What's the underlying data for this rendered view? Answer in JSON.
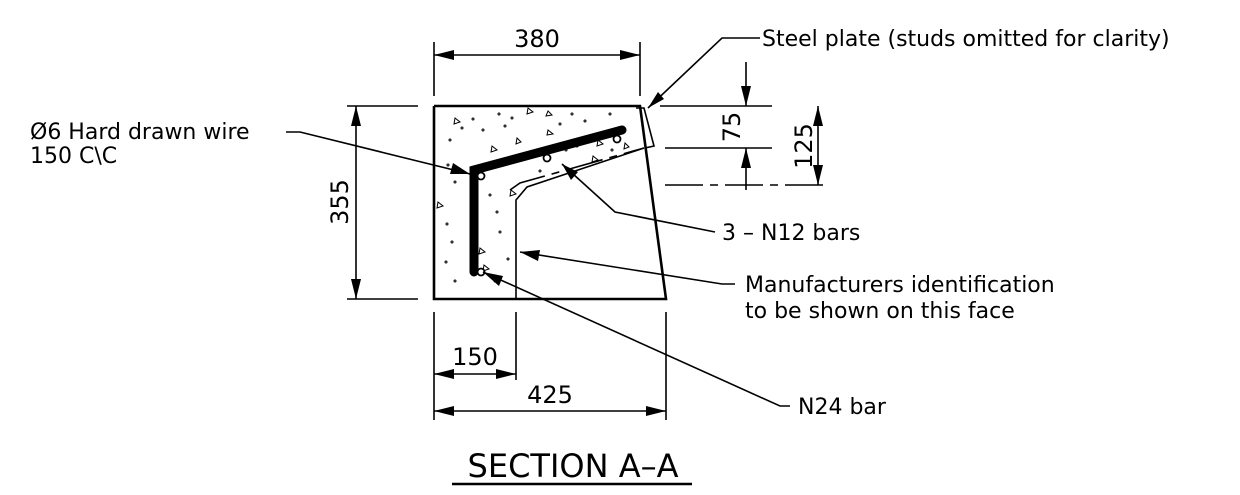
{
  "dimensions": {
    "top_width": "380",
    "height": "355",
    "plate_depth": "75",
    "total_depth": "125",
    "step": "150",
    "bottom_width": "425"
  },
  "labels": {
    "steel_plate": "Steel plate (studs omitted for clarity)",
    "wire_line1": "Ø6 Hard drawn wire",
    "wire_line2": "150 C\\C",
    "n12_bars": "3 – N12 bars",
    "ident_line1": "Manufacturers identification",
    "ident_line2": "to be shown on this face",
    "n24_bar": "N24 bar"
  },
  "title": "SECTION A–A"
}
